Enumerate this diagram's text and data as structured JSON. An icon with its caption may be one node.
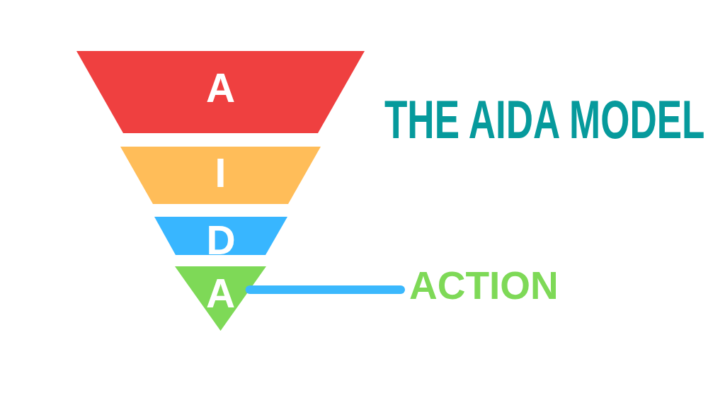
{
  "diagram": {
    "title": "THE AIDA MODEL",
    "nodes": [
      {
        "text": [
          "A"
        ]
      },
      {
        "text": [
          "I"
        ]
      },
      {
        "text": [
          "D"
        ]
      },
      {
        "text": [
          "A"
        ]
      },
      {
        "text": [
          "ACTION"
        ]
      }
    ],
    "edges": [
      {
        "from": 3,
        "to": 4,
        "arrow": "none",
        "color": "#3bb8fd"
      }
    ]
  }
}
